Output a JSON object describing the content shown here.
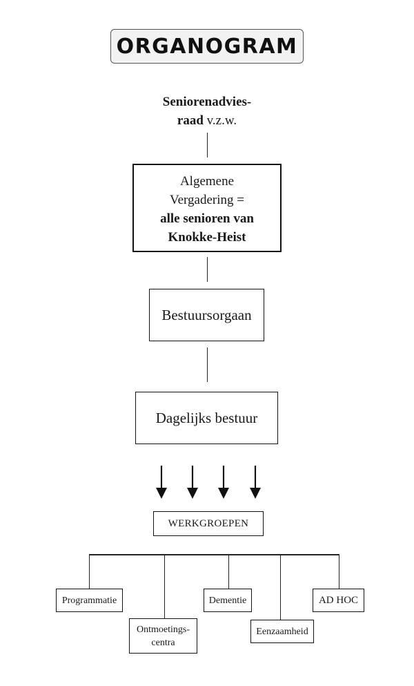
{
  "title": "ORGANOGRAM",
  "root": {
    "line1": "Seniorenadvies-",
    "line2_bold": "raad",
    "line2_rest": " v.z.w."
  },
  "general_assembly": {
    "line1": "Algemene",
    "line2": "Vergadering =",
    "line3": "alle senioren van",
    "line4": "Knokke-Heist"
  },
  "board": {
    "label": "Bestuursorgaan"
  },
  "daily_board": {
    "label": "Dagelijks bestuur"
  },
  "working_groups": {
    "label": "WERKGROEPEN",
    "items": [
      {
        "label": "Programmatie"
      },
      {
        "label_line1": "Ontmoetings-",
        "label_line2": "centra"
      },
      {
        "label": "Dementie"
      },
      {
        "label": "Eenzaamheid"
      },
      {
        "label": "AD HOC"
      }
    ]
  }
}
